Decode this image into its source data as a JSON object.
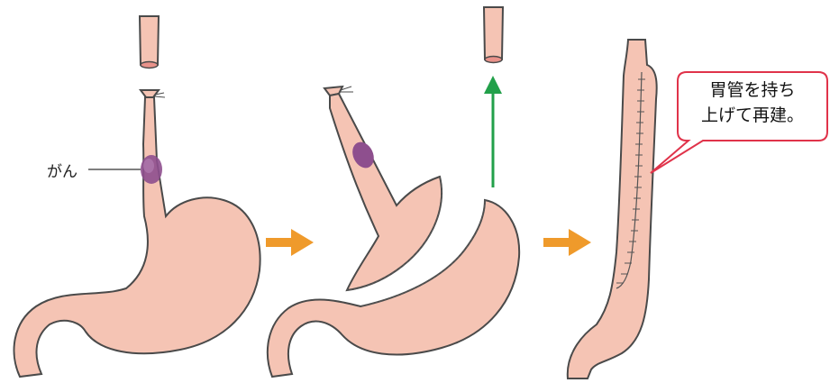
{
  "labels": {
    "cancer": "がん",
    "callout_line1": "胃管を持ち",
    "callout_line2": "上げて再建。"
  },
  "colors": {
    "tissue_fill": "#f5c4b4",
    "tissue_stroke": "#4a4a4a",
    "tumor": "#8e4f8e",
    "arrow_orange": "#ef9a2b",
    "arrow_green": "#22a04a",
    "callout_border": "#e0334a",
    "suture": "#555555"
  },
  "icons": [
    "right-arrow-icon",
    "up-arrow-icon"
  ]
}
